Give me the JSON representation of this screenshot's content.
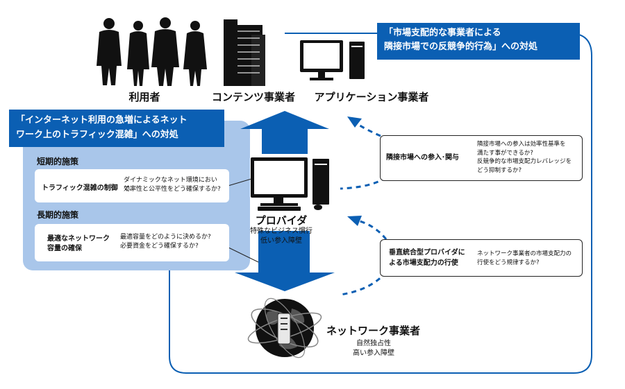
{
  "actors": {
    "users": "利用者",
    "content": "コンテンツ事業者",
    "apps": "アプリケーション事業者"
  },
  "banner_market": {
    "line1": "「市場支配的な事業者による",
    "line2": "隣接市場での反競争的行為」への対処"
  },
  "banner_internet": {
    "line1": "「インターネット利用の急増によるネット",
    "line2": "ワーク上のトラフィック混雑」への対処"
  },
  "short_term": {
    "heading": "短期的施策",
    "label": "トラフィック混雑の制御",
    "desc1": "ダイナミックなネット環境において、",
    "desc2": "効率性と公平性をどう確保するか?"
  },
  "long_term": {
    "heading": "長期的施策",
    "label1": "最適なネットワーク",
    "label2": "容量の確保",
    "desc1": "最適容量をどのように決めるか?",
    "desc2": "必要資金をどう確保するか?"
  },
  "provider": {
    "title": "プロバイダ",
    "sub1": "特殊なビジネス慣行",
    "sub2": "低い参入障壁"
  },
  "network_operator": {
    "title": "ネットワーク事業者",
    "sub1": "自然独占性",
    "sub2": "高い参入障壁"
  },
  "entry_box": {
    "label": "隣接市場への参入･関与",
    "desc1": "隣接市場への参入は効率性基準を",
    "desc2": "満たす事ができるか?",
    "desc3": "反競争的な市場支配力レバレッジを",
    "desc4": "どう抑制するか?"
  },
  "vertical_box": {
    "label1": "垂直統合型プロバイダに",
    "label2": "よる市場支配力の行使",
    "desc1": "ネットワーク事業者の市場支配力の",
    "desc2": "行使をどう規律するか?"
  },
  "colors": {
    "blue": "#0b5fb3",
    "light_blue": "#a9c6ea",
    "dark": "#111111"
  }
}
